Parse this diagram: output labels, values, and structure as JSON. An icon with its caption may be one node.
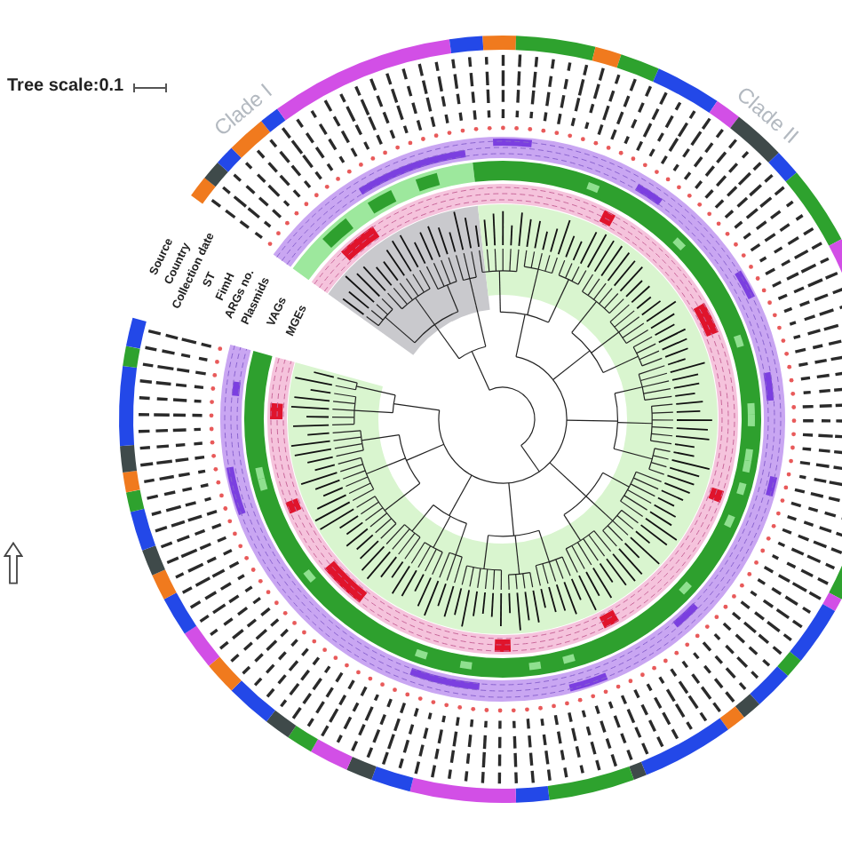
{
  "diagram": {
    "labels": [
      "Tree scale:0.1",
      "Clade I",
      "Clade II",
      "Source",
      "Country",
      "Collection date",
      "ST",
      "FimH",
      "ARGs no.",
      "Plasmids",
      "VAGs",
      "MGEs"
    ]
  }
}
